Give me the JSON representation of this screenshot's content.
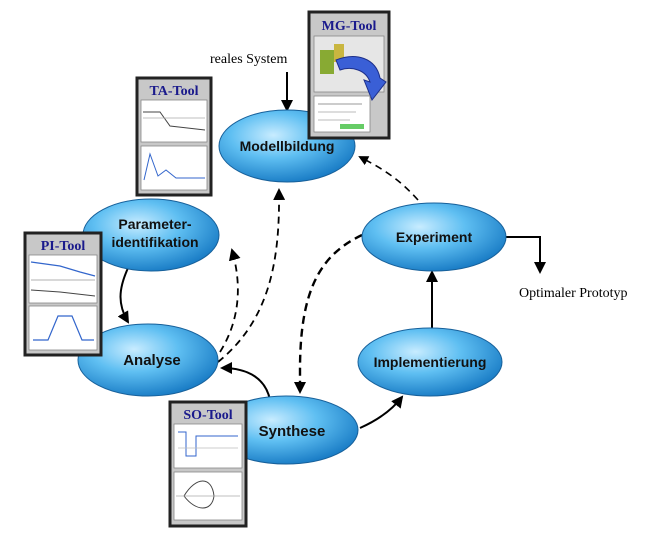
{
  "nodes": {
    "modellbildung": "Modellbildung",
    "parameter_line1": "Parameter-",
    "parameter_line2": "identifikation",
    "analyse": "Analyse",
    "synthese": "Synthese",
    "implementierung": "Implementierung",
    "experiment": "Experiment"
  },
  "external": {
    "reales_system": "reales System",
    "optimaler_prototyp": "Optimaler Prototyp"
  },
  "tools": {
    "mg": "MG-Tool",
    "ta": "TA-Tool",
    "pi": "PI-Tool",
    "so": "SO-Tool"
  },
  "colors": {
    "node_fill_light": "#9fdcff",
    "node_fill_dark": "#1e90d8",
    "node_stroke": "#17609a",
    "tool_frame": "#222222",
    "tool_title": "#1a1a8c",
    "arrow": "#000000"
  }
}
